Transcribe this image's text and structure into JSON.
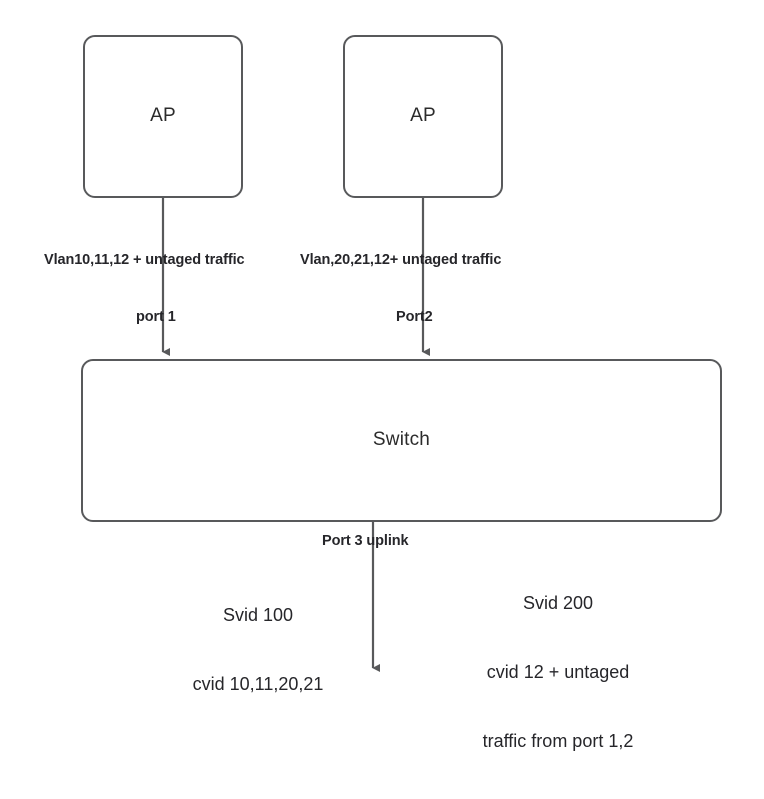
{
  "diagram": {
    "title": "Switch VLAN / QinQ port mapping diagram",
    "colors": {
      "stroke": "#58595b",
      "arrow": "#58595b",
      "text": "#26262a",
      "background": "#ffffff"
    },
    "nodes": [
      {
        "id": "ap-left",
        "label": "AP"
      },
      {
        "id": "ap-right",
        "label": "AP"
      },
      {
        "id": "switch",
        "label": "Switch"
      }
    ],
    "edge_labels": {
      "vlan_left": "Vlan10,11,12 + untaged traffic",
      "vlan_right": "Vlan,20,21,12+ untaged traffic",
      "port1": "port 1",
      "port2": "Port2",
      "port3": "Port 3 uplink"
    },
    "uplink_notes": {
      "left": {
        "line1": "Svid 100",
        "line2": "cvid 10,11,20,21"
      },
      "right": {
        "line1": "Svid 200",
        "line2": "cvid 12 + untaged",
        "line3": "traffic from port 1,2"
      }
    }
  }
}
